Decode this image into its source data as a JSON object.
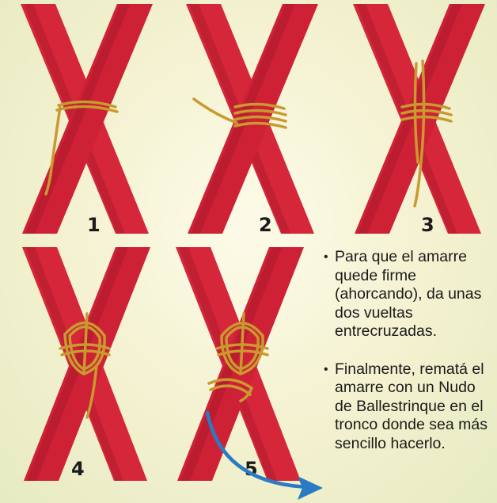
{
  "steps": [
    {
      "number": "1"
    },
    {
      "number": "2"
    },
    {
      "number": "3"
    },
    {
      "number": "4"
    },
    {
      "number": "5"
    }
  ],
  "instructions": [
    {
      "text": "Para que el amarre quede firme (ahorcando), da unas dos vueltas entrecruzadas."
    },
    {
      "text": "Finalmente, rematá el amarre con un Nudo de Ballestrinque en el tronco donde sea más sencillo hacerlo."
    }
  ],
  "bullet_symbol": "•",
  "colors": {
    "pole": "#d5263a",
    "pole_shade": "#b01a2c",
    "rope": "#c99a2e",
    "arrow": "#2a7bc4",
    "background": "#f6f4d8"
  }
}
